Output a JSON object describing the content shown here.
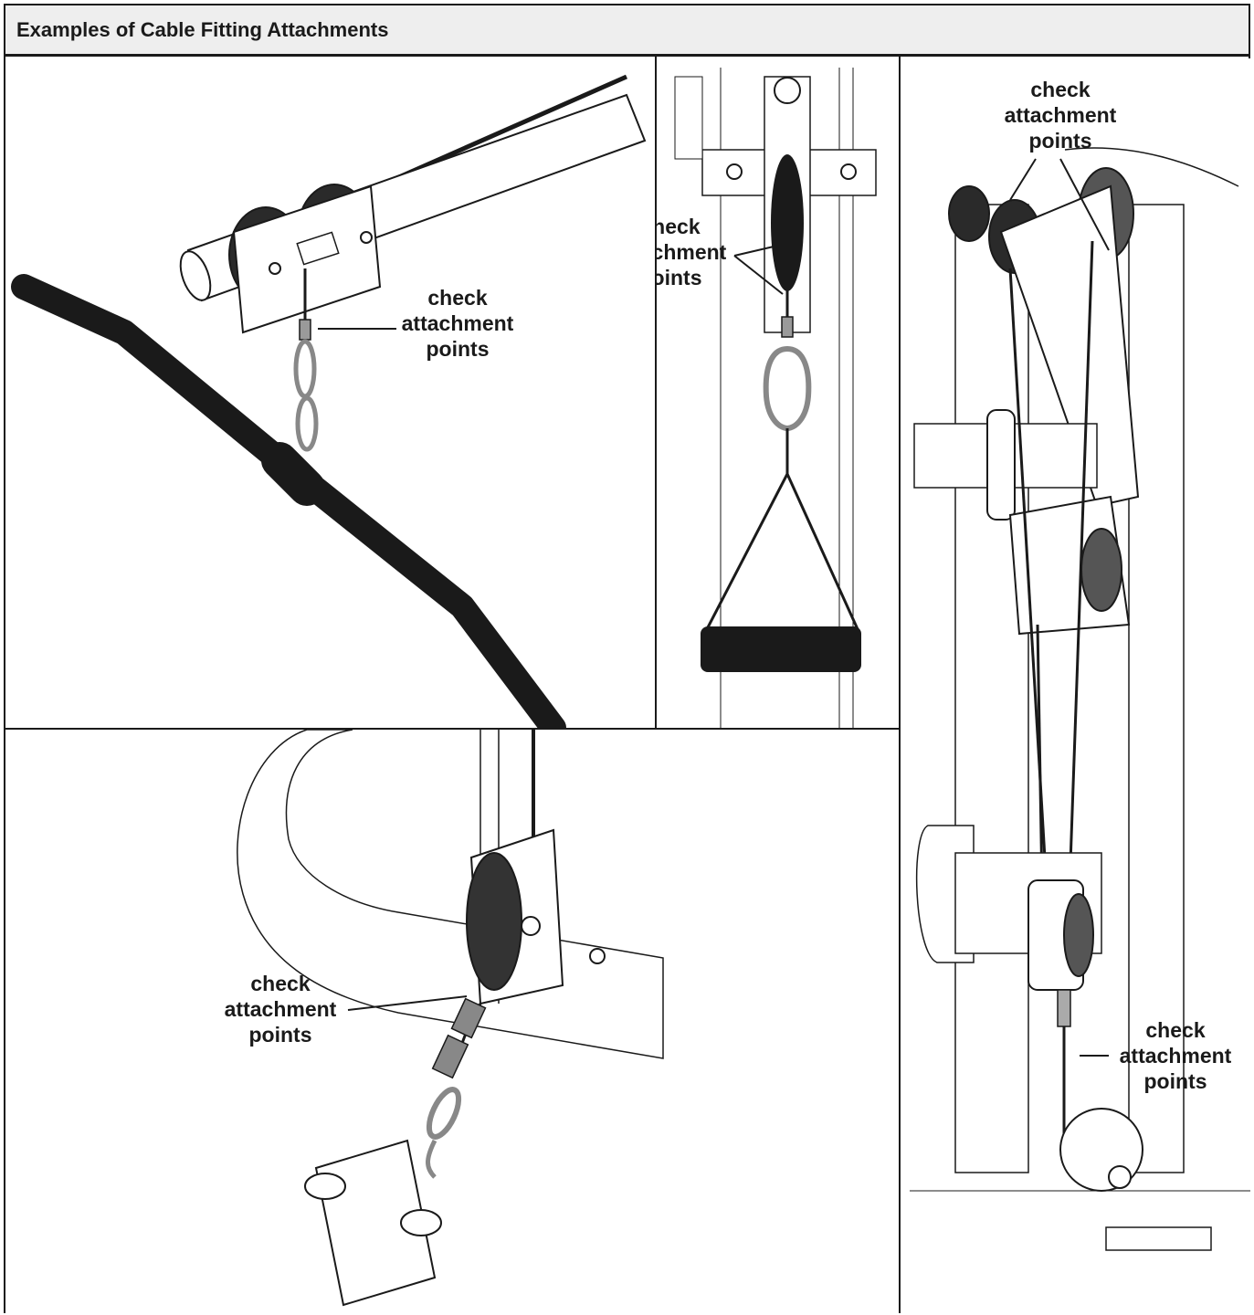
{
  "title": "Examples of Cable Fitting Attachments",
  "callouts": {
    "lat_bar": [
      "check",
      "attachment",
      "points"
    ],
    "handle": [
      "check",
      "attachment",
      "points"
    ],
    "upper_right": [
      "check",
      "attachment",
      "points"
    ],
    "lower_right": [
      "check",
      "attachment",
      "points"
    ],
    "ankle": [
      "check",
      "attachment",
      "points"
    ]
  },
  "colors": {
    "line": "#1a1a1a",
    "title_bg": "#eeeeee",
    "metal": "#8a8a8a"
  }
}
